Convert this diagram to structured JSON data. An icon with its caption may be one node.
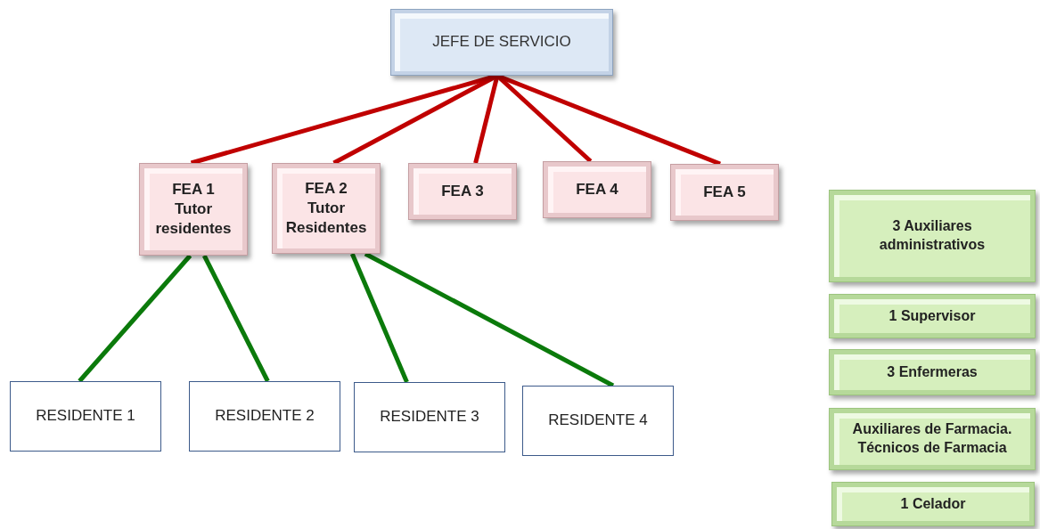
{
  "diagram": {
    "nodes": [
      {
        "text": [
          "JEFE DE SERVICIO"
        ]
      },
      {
        "text": [
          "FEA 1 Tutor residentes"
        ]
      },
      {
        "text": [
          "FEA 2 Tutor Residentes"
        ]
      },
      {
        "text": [
          "FEA 3"
        ]
      },
      {
        "text": [
          "FEA 4"
        ]
      },
      {
        "text": [
          "FEA 5"
        ]
      },
      {
        "text": [
          "RESIDENTE 1"
        ]
      },
      {
        "text": [
          "RESIDENTE 2"
        ]
      },
      {
        "text": [
          "RESIDENTE 3"
        ]
      },
      {
        "text": [
          "RESIDENTE 4"
        ]
      },
      {
        "text": [
          "3 Auxiliares administrativos"
        ]
      },
      {
        "text": [
          "1 Supervisor"
        ]
      },
      {
        "text": [
          "3 Enfermeras"
        ]
      },
      {
        "text": [
          "Auxiliares de Farmacia. Técnicos de Farmacia"
        ]
      },
      {
        "text": [
          "1 Celador"
        ]
      }
    ],
    "edges": [
      {
        "from": 0,
        "to": 1,
        "arrow": "none"
      },
      {
        "from": 0,
        "to": 2,
        "arrow": "none"
      },
      {
        "from": 0,
        "to": 3,
        "arrow": "none"
      },
      {
        "from": 0,
        "to": 4,
        "arrow": "none"
      },
      {
        "from": 0,
        "to": 5,
        "arrow": "none"
      },
      {
        "from": 1,
        "to": 6,
        "arrow": "none",
        "color": "#0b7a0b"
      },
      {
        "from": 1,
        "to": 7,
        "arrow": "none",
        "color": "#0b7a0b"
      },
      {
        "from": 2,
        "to": 8,
        "arrow": "none",
        "color": "#0b7a0b"
      },
      {
        "from": 2,
        "to": 9,
        "arrow": "none",
        "color": "#0b7a0b"
      }
    ]
  }
}
